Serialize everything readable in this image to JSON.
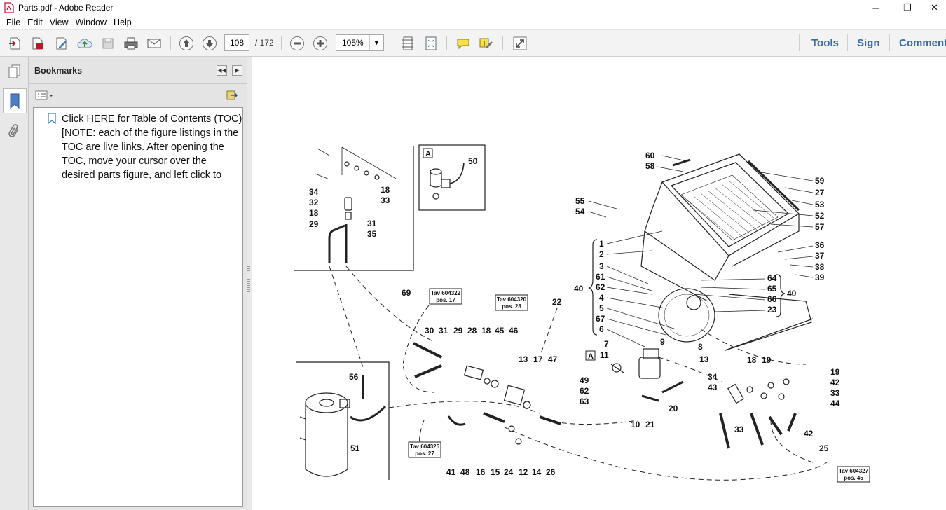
{
  "window": {
    "title": "Parts.pdf - Adobe Reader",
    "controls": {
      "minimize": "─",
      "restore": "❐",
      "close": "✕"
    }
  },
  "menu": [
    "File",
    "Edit",
    "View",
    "Window",
    "Help"
  ],
  "toolbar": {
    "current_page": "108",
    "page_total": "/ 172",
    "zoom": "105%",
    "right_tabs": [
      "Tools",
      "Sign",
      "Comment"
    ]
  },
  "sidebar": {
    "panel_title": "Bookmarks",
    "bookmark_text": "Click HERE for Table of Contents (TOC) [NOTE: each of the figure listings in the TOC are live links. After opening the TOC, move your cursor over the desired parts figure, and left click to"
  },
  "drawing": {
    "refs": [
      {
        "t": "Tav 604322",
        "s": "pos. 17"
      },
      {
        "t": "Tav 604320",
        "s": "pos. 28"
      },
      {
        "t": "Tav 604325",
        "s": "pos. 27"
      },
      {
        "t": "Tav 604327",
        "s": "pos. 45"
      }
    ],
    "detail_label": "A",
    "callouts": [
      "34",
      "32",
      "18",
      "29",
      "18",
      "33",
      "31",
      "35",
      "50",
      "60",
      "58",
      "59",
      "27",
      "53",
      "52",
      "57",
      "55",
      "54",
      "1",
      "2",
      "3",
      "61",
      "62",
      "4",
      "5",
      "67",
      "6",
      "40",
      "36",
      "37",
      "38",
      "39",
      "64",
      "65",
      "66",
      "23",
      "40",
      "69",
      "22",
      "30",
      "31",
      "29",
      "28",
      "18",
      "45",
      "46",
      "13",
      "17",
      "47",
      "7",
      "11",
      "49",
      "62",
      "63",
      "9",
      "8",
      "13",
      "10",
      "21",
      "20",
      "34",
      "43",
      "18",
      "19",
      "19",
      "42",
      "33",
      "44",
      "33",
      "42",
      "25",
      "56",
      "51",
      "41",
      "48",
      "16",
      "15",
      "24",
      "12",
      "14",
      "26"
    ]
  },
  "colors": {
    "link_blue": "#3d6ba8",
    "pdf_red": "#c8102e"
  }
}
